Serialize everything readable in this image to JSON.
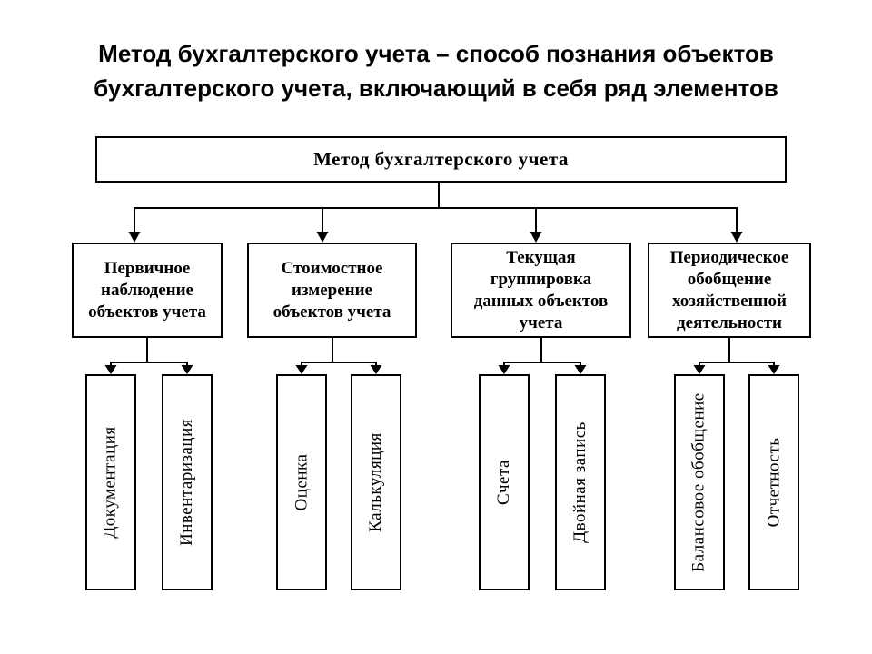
{
  "page": {
    "background_color": "#ffffff",
    "line_color": "#000000",
    "text_color": "#000000",
    "title_lines": [
      "Метод бухгалтерского учета – способ познания объектов",
      "бухгалтерского учета, включающий в себя ряд элементов"
    ]
  },
  "diagram": {
    "root": {
      "label": "Метод бухгалтерского учета"
    },
    "branches": [
      {
        "label_lines": [
          "Первичное",
          "наблюдение",
          "объектов учета"
        ],
        "children": [
          "Документация",
          "Инвентаризация"
        ]
      },
      {
        "label_lines": [
          "Стоимостное",
          "измерение",
          "объектов учета"
        ],
        "children": [
          "Оценка",
          "Калькуляция"
        ]
      },
      {
        "label_lines": [
          "Текущая",
          "группировка",
          "данных объектов",
          "учета"
        ],
        "children": [
          "Счета",
          "Двойная запись"
        ]
      },
      {
        "label_lines": [
          "Периодическое",
          "обобщение",
          "хозяйственной",
          "деятельности"
        ],
        "children": [
          "Балансовое обобщение",
          "Отчетность"
        ]
      }
    ]
  }
}
